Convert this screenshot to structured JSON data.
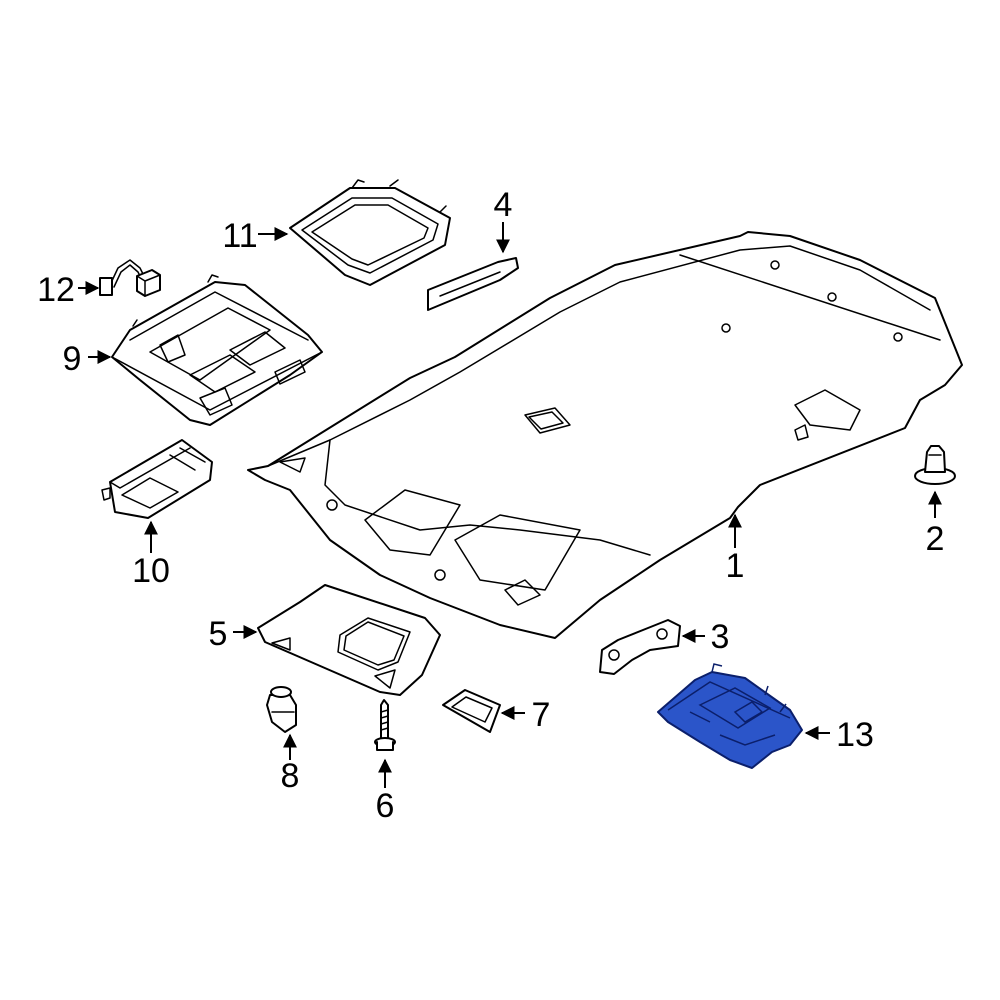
{
  "highlight_color": "#2b55c9",
  "parts": [
    {
      "id": "1",
      "label": "1"
    },
    {
      "id": "2",
      "label": "2"
    },
    {
      "id": "3",
      "label": "3"
    },
    {
      "id": "4",
      "label": "4"
    },
    {
      "id": "5",
      "label": "5"
    },
    {
      "id": "6",
      "label": "6"
    },
    {
      "id": "7",
      "label": "7"
    },
    {
      "id": "8",
      "label": "8"
    },
    {
      "id": "9",
      "label": "9"
    },
    {
      "id": "10",
      "label": "10"
    },
    {
      "id": "11",
      "label": "11"
    },
    {
      "id": "12",
      "label": "12"
    },
    {
      "id": "13",
      "label": "13",
      "highlighted": true
    }
  ]
}
